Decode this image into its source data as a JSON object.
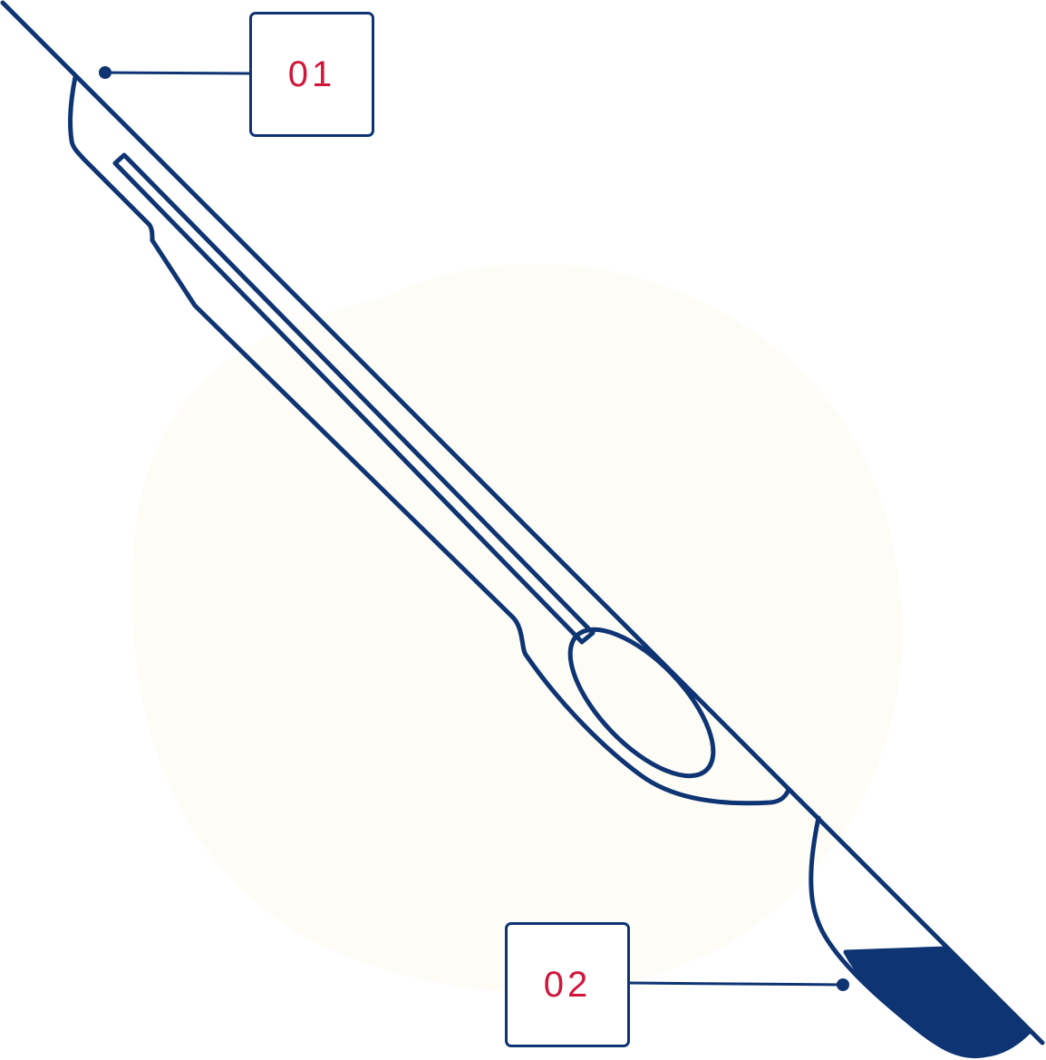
{
  "colors": {
    "outline": "#0e3473",
    "label_text": "#d1163b",
    "background_blob": "#fdfcf6",
    "canvas": "#ffffff"
  },
  "callouts": [
    {
      "id": "01",
      "label": "01"
    },
    {
      "id": "02",
      "label": "02"
    }
  ]
}
